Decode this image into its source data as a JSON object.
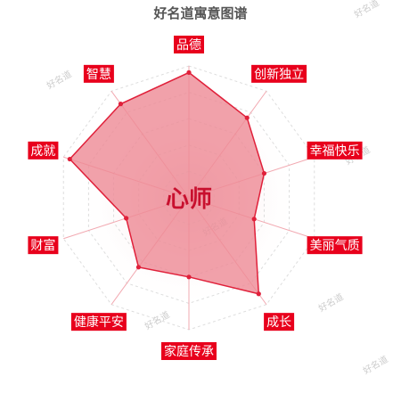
{
  "watermark": "好名道",
  "colors": {
    "label_bg": "#e8001c",
    "area_fill": "#ee8a95",
    "area_stroke": "#e0203a",
    "axis_line": "#f2a9b1",
    "grid_line": "#dddddd",
    "center_word": "#c8102e"
  },
  "chart_data": {
    "type": "radar",
    "title": "好名道寓意图谱",
    "center_word": "心师",
    "categories": [
      "品德",
      "创新独立",
      "幸福快乐",
      "美丽气质",
      "成长",
      "家庭传承",
      "健康平安",
      "财富",
      "成就",
      "智慧"
    ],
    "values": [
      0.95,
      0.75,
      0.6,
      0.52,
      0.9,
      0.6,
      0.65,
      0.5,
      0.95,
      0.88
    ],
    "range": [
      0,
      1
    ],
    "grid_rings": 5
  }
}
